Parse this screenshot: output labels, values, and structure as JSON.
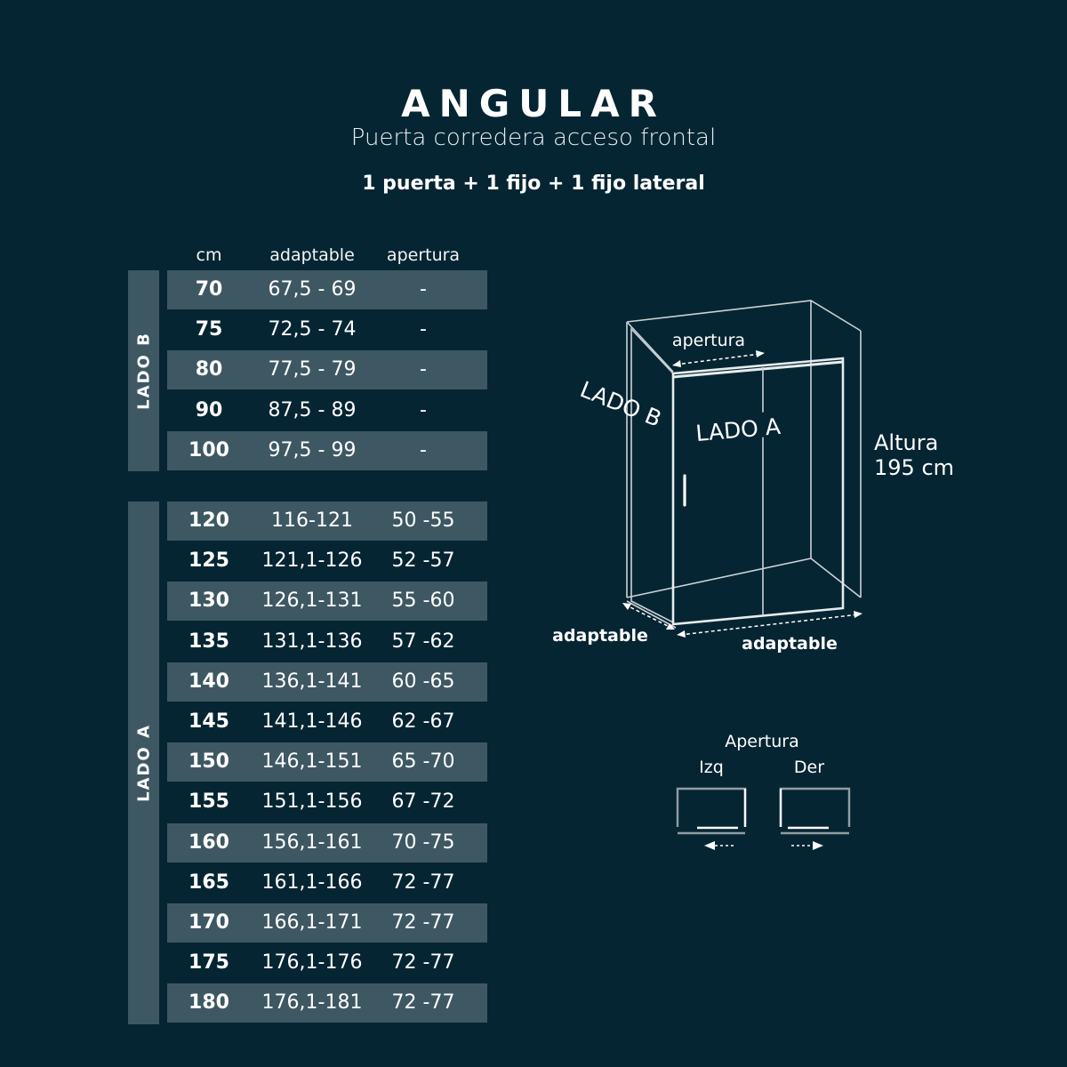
{
  "header": {
    "title": "ANGULAR",
    "subtitle": "Puerta corredera acceso frontal",
    "configuration": "1 puerta + 1 fijo + 1 fijo lateral"
  },
  "table": {
    "columns": [
      "cm",
      "adaptable",
      "apertura"
    ],
    "groups": [
      {
        "label": "LADO B",
        "rows": [
          [
            "70",
            "67,5 - 69",
            "-"
          ],
          [
            "75",
            "72,5 - 74",
            "-"
          ],
          [
            "80",
            "77,5 - 79",
            "-"
          ],
          [
            "90",
            "87,5 - 89",
            "-"
          ],
          [
            "100",
            "97,5 - 99",
            "-"
          ]
        ]
      },
      {
        "label": "LADO A",
        "rows": [
          [
            "120",
            "116-121",
            "50 -55"
          ],
          [
            "125",
            "121,1-126",
            "52 -57"
          ],
          [
            "130",
            "126,1-131",
            "55 -60"
          ],
          [
            "135",
            "131,1-136",
            "57 -62"
          ],
          [
            "140",
            "136,1-141",
            "60 -65"
          ],
          [
            "145",
            "141,1-146",
            "62 -67"
          ],
          [
            "150",
            "146,1-151",
            "65 -70"
          ],
          [
            "155",
            "151,1-156",
            "67 -72"
          ],
          [
            "160",
            "156,1-161",
            "70 -75"
          ],
          [
            "165",
            "161,1-166",
            "72 -77"
          ],
          [
            "170",
            "166,1-171",
            "72 -77"
          ],
          [
            "175",
            "176,1-176",
            "72 -77"
          ],
          [
            "180",
            "176,1-181",
            "72 -77"
          ]
        ]
      }
    ]
  },
  "diagram": {
    "apertura_label": "apertura",
    "lado_b_label": "LADO B",
    "lado_a_label": "LADO A",
    "altura_label": "Altura",
    "altura_value": "195 cm",
    "adaptable_left": "adaptable",
    "adaptable_bottom": "adaptable"
  },
  "opening": {
    "title": "Apertura",
    "left": "Izq",
    "right": "Der"
  },
  "colors": {
    "background": "#062532",
    "row_shade": "#3e5863",
    "line": "#c9d2d6"
  }
}
